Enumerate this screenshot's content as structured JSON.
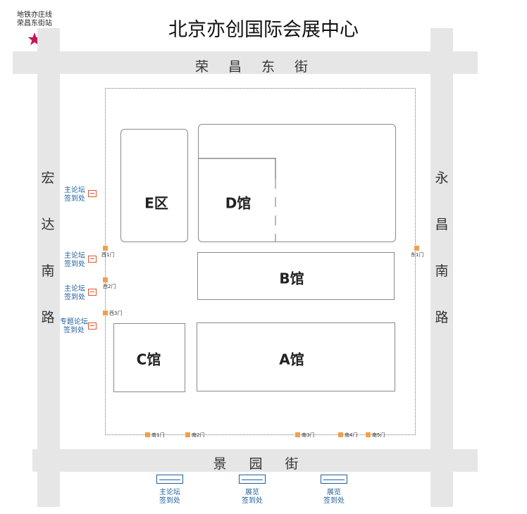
{
  "title": "北京亦创国际会展中心",
  "metro": {
    "line1": "地铁亦庄线",
    "line2": "荣昌东街站",
    "icon": "star-icon",
    "color": "#c2185b"
  },
  "roads": {
    "north": [
      "荣",
      "昌",
      "东",
      "街"
    ],
    "south": [
      "景",
      "园",
      "街"
    ],
    "west": [
      "宏",
      "达",
      "南",
      "路"
    ],
    "east": [
      "永",
      "昌",
      "南",
      "路"
    ]
  },
  "halls": {
    "e": "E区",
    "d": "D馆",
    "b": "B馆",
    "c": "C馆",
    "a": "A馆"
  },
  "gates": {
    "west1": "西1门",
    "west2": "西2门",
    "west3": "西3门",
    "east1": "东1门",
    "south1": "南1门",
    "south2": "南2门",
    "south3": "南3门",
    "south4": "南4门",
    "south5": "南5门"
  },
  "west_desks": [
    {
      "line1": "主论坛",
      "line2": "签到处"
    },
    {
      "line1": "主论坛",
      "line2": "签到处"
    },
    {
      "line1": "主论坛",
      "line2": "签到处"
    },
    {
      "line1": "专题论坛",
      "line2": "签到处"
    }
  ],
  "south_desks": [
    {
      "line1": "主论坛",
      "line2": "签到处"
    },
    {
      "line1": "展览",
      "line2": "签到处"
    },
    {
      "line1": "展览",
      "line2": "签到处"
    }
  ],
  "colors": {
    "road": "#e6e6e6",
    "gate": "#f0a04b",
    "desk_text": "#1f5f9e",
    "desk_icon": "#e0552c"
  }
}
